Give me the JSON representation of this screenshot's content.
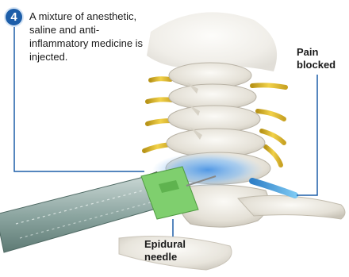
{
  "step": {
    "number": "4",
    "text": "A mixture of anesthetic, saline and anti-inflammatory medicine is injected."
  },
  "labels": {
    "pain": "Pain blocked",
    "needle": "Epidural needle"
  },
  "colors": {
    "badge": "#1d5ea9",
    "leader_line": "#1d5ea9",
    "nerve": "#d8b52a",
    "blocked_nerve": "#4aa8e0",
    "medicine_glow": "#5aa0e6",
    "needle_hub": "#7fcf6e",
    "bone": "#e8e4da"
  }
}
